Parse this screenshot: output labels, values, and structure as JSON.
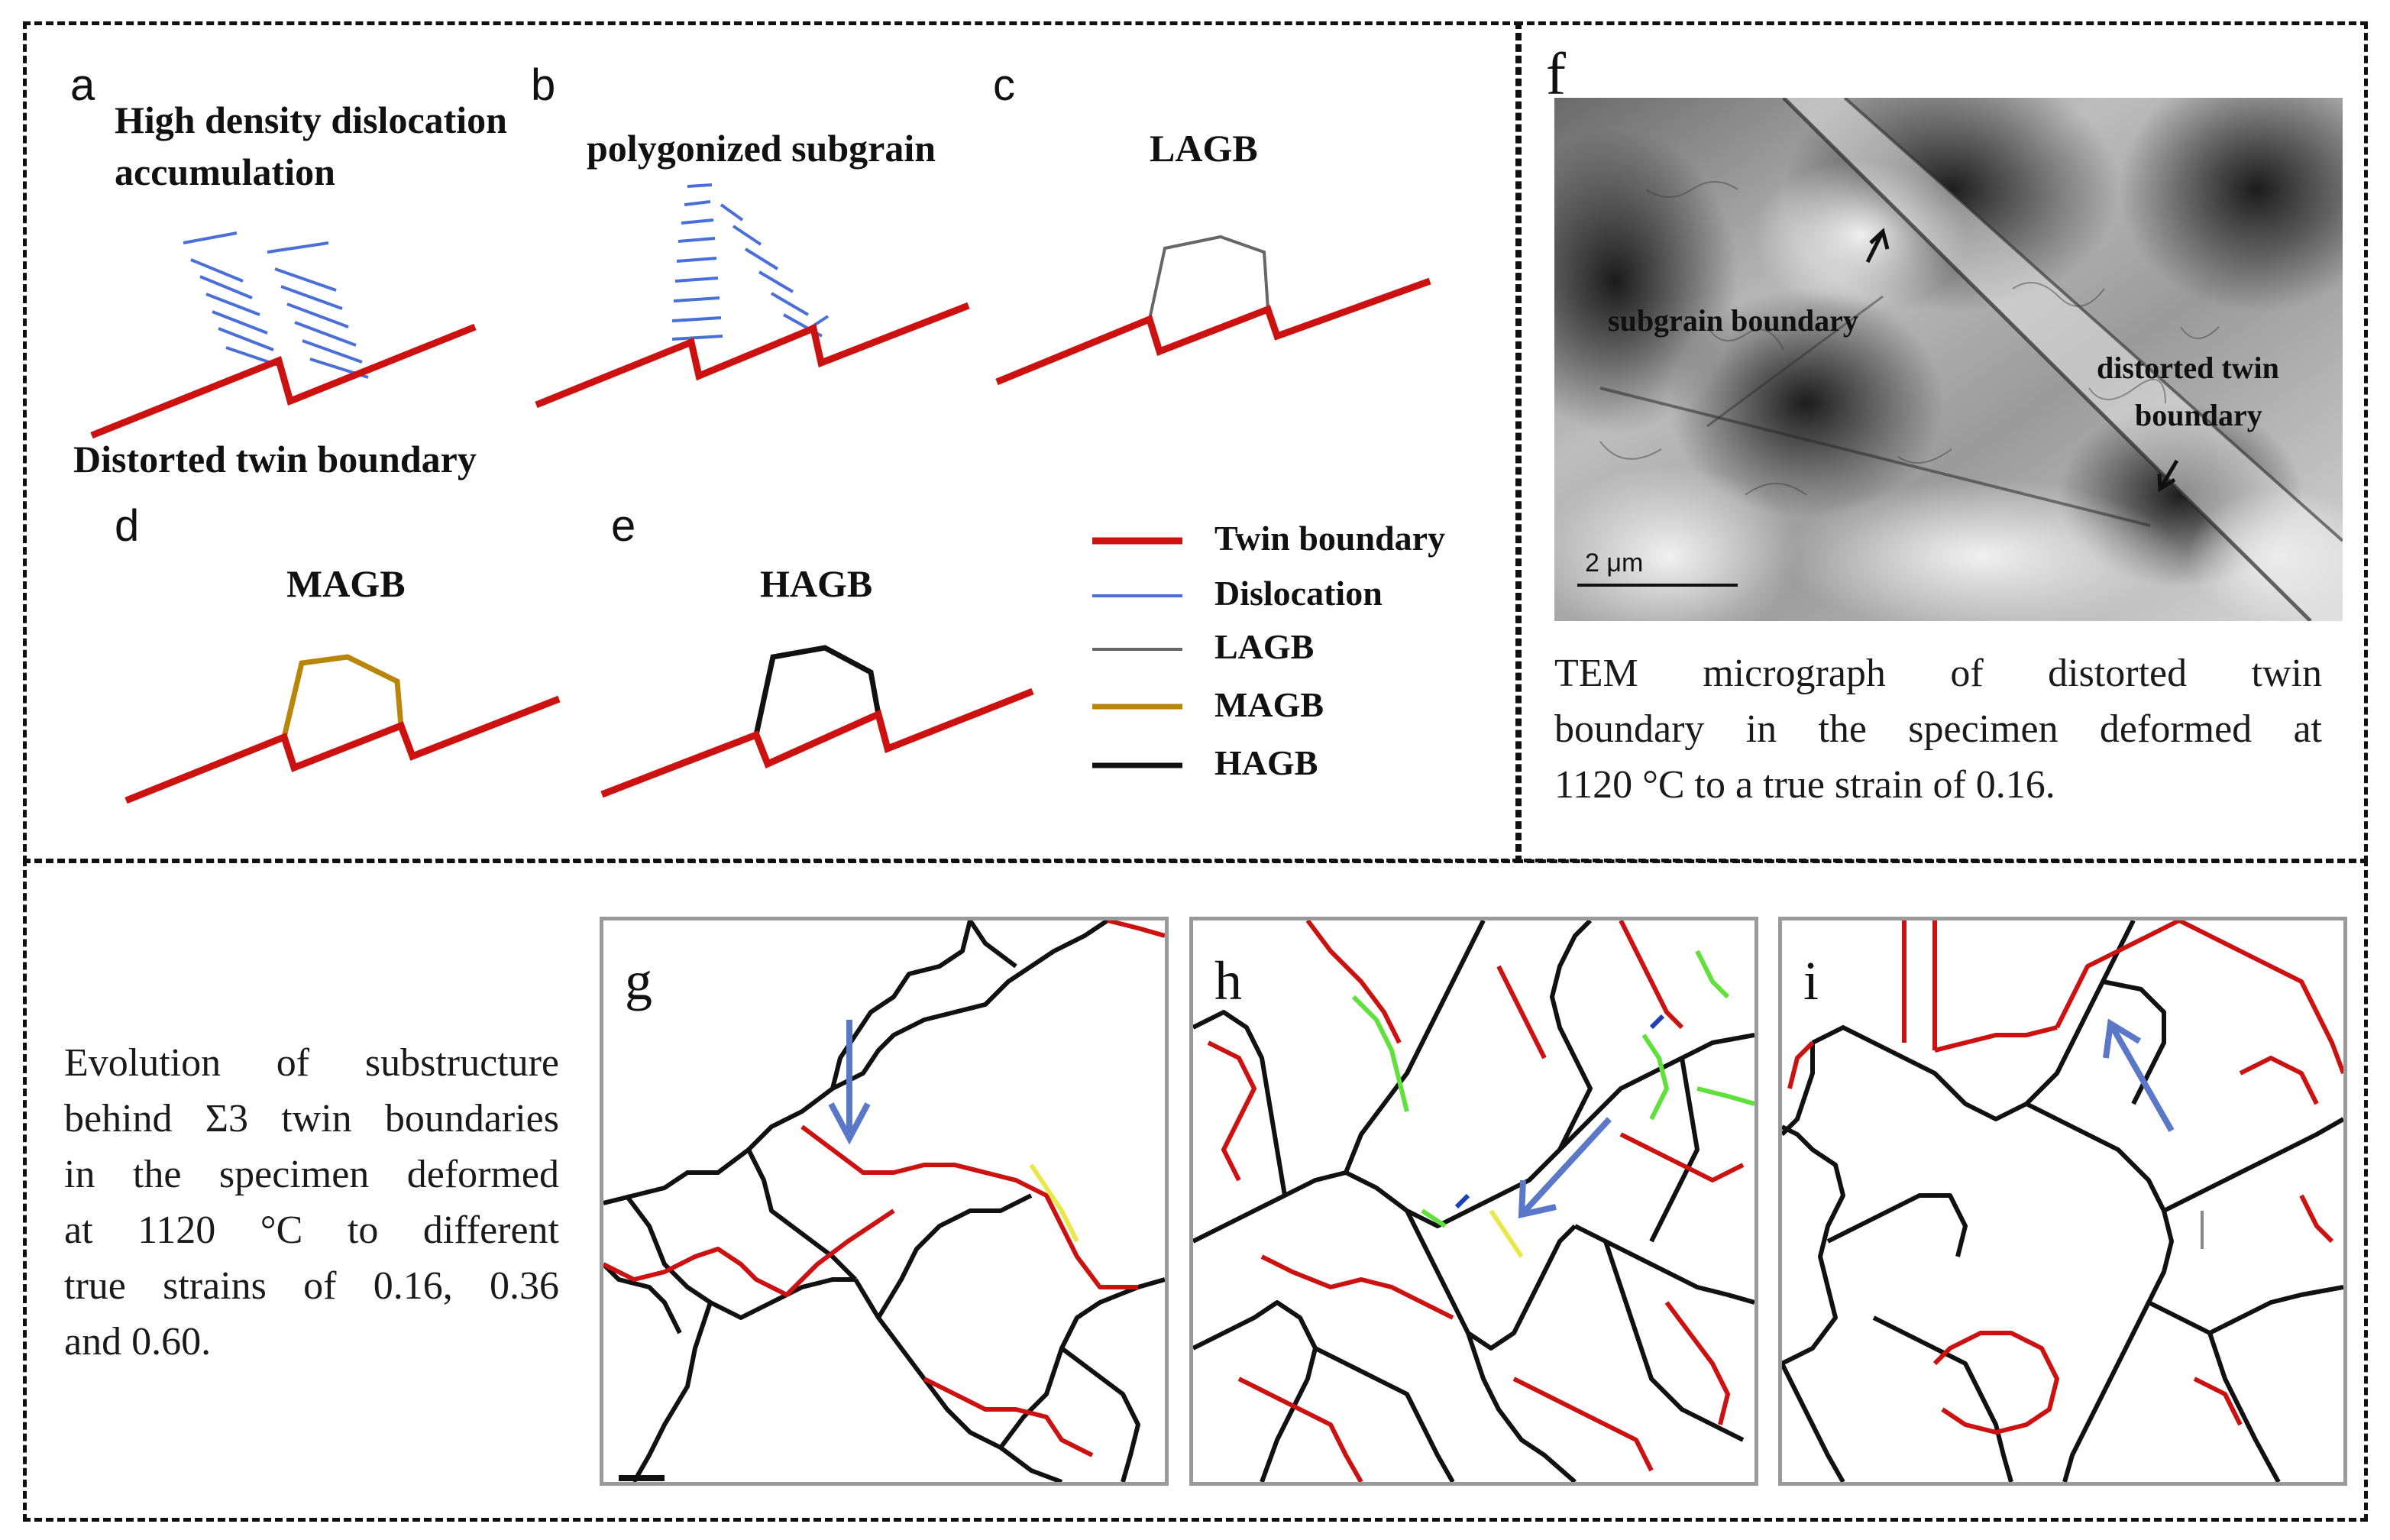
{
  "panels": {
    "a": {
      "letter": "a",
      "title_line1": "High density dislocation",
      "title_line2": "accumulation",
      "bottom_label": "Distorted twin boundary"
    },
    "b": {
      "letter": "b",
      "title": "polygonized subgrain"
    },
    "c": {
      "letter": "c",
      "title": "LAGB"
    },
    "d": {
      "letter": "d",
      "title": "MAGB"
    },
    "e": {
      "letter": "e",
      "title": "HAGB"
    },
    "f": {
      "letter": "f",
      "label_subgrain": "subgrain boundary",
      "label_twin_line1": "distorted twin",
      "label_twin_line2": "boundary",
      "scale_bar": "2 μm"
    },
    "g": {
      "letter": "g"
    },
    "h": {
      "letter": "h"
    },
    "i": {
      "letter": "i"
    }
  },
  "legend": [
    {
      "label": "Twin boundary",
      "color": "#cc1111"
    },
    {
      "label": "Dislocation",
      "color": "#4a6fd6"
    },
    {
      "label": "LAGB",
      "color": "#666666"
    },
    {
      "label": "MAGB",
      "color": "#b8860b"
    },
    {
      "label": "HAGB",
      "color": "#111111"
    }
  ],
  "captions": {
    "tem": [
      "TEM micrograph of distorted twin",
      "boundary in the specimen deformed at",
      "1120 °C to a true strain of 0.16."
    ],
    "evolution": [
      "Evolution of substructure",
      "behind Σ3 twin boundaries",
      "in the specimen deformed",
      "at 1120 °C to different",
      "true strains of 0.16, 0.36",
      "and 0.60."
    ]
  },
  "colors": {
    "twin": "#cc1111",
    "dislocation": "#4a6fd6",
    "lagb": "#666666",
    "magb": "#b8860b",
    "hagb": "#111111",
    "green": "#5fe03a",
    "yellow": "#e8e84a",
    "blue_arrow": "#5b78c8"
  }
}
